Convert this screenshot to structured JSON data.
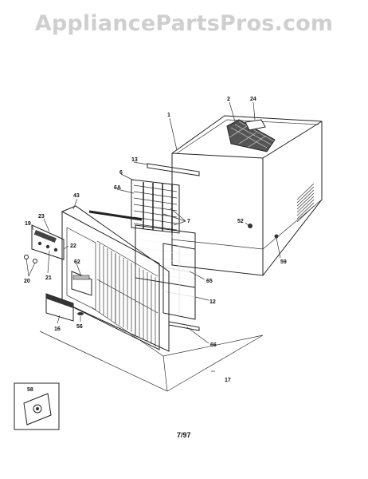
{
  "watermark": "AppliancePartsPros.com",
  "footer_code": "7/97",
  "callouts": [
    {
      "id": "c-24",
      "label": "24"
    },
    {
      "id": "c-2",
      "label": "2"
    },
    {
      "id": "c-1",
      "label": "1"
    },
    {
      "id": "c-13",
      "label": "13"
    },
    {
      "id": "c-6",
      "label": "6"
    },
    {
      "id": "c-6a",
      "label": "6A"
    },
    {
      "id": "c-7",
      "label": "7"
    },
    {
      "id": "c-43",
      "label": "43"
    },
    {
      "id": "c-23",
      "label": "23"
    },
    {
      "id": "c-19",
      "label": "19"
    },
    {
      "id": "c-22",
      "label": "22"
    },
    {
      "id": "c-52",
      "label": "52"
    },
    {
      "id": "c-59",
      "label": "59"
    },
    {
      "id": "c-62",
      "label": "62"
    },
    {
      "id": "c-20",
      "label": "20"
    },
    {
      "id": "c-21",
      "label": "21"
    },
    {
      "id": "c-65",
      "label": "65"
    },
    {
      "id": "c-12",
      "label": "12"
    },
    {
      "id": "c-16",
      "label": "16"
    },
    {
      "id": "c-56",
      "label": "56"
    },
    {
      "id": "c-66",
      "label": "66"
    },
    {
      "id": "c-17",
      "label": "17"
    },
    {
      "id": "c-58",
      "label": "58"
    }
  ]
}
